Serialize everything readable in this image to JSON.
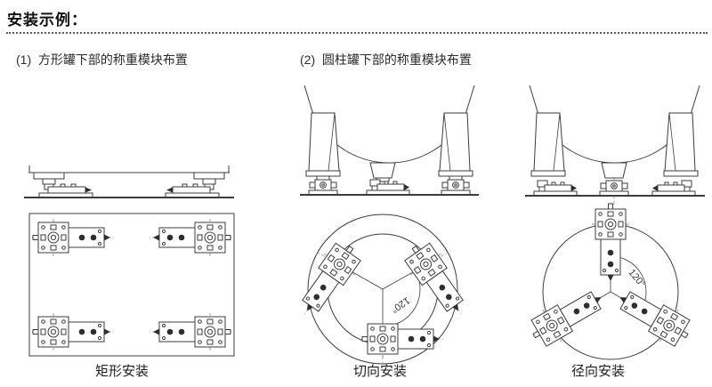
{
  "header": {
    "title": "安装示例："
  },
  "sections": {
    "square_tank": {
      "heading": "(1)  方形罐下部的称重模块布置"
    },
    "cylindrical_tank": {
      "heading": "(2)  圆柱罐下部的称重模块布置"
    }
  },
  "diagrams": {
    "rectangular": {
      "caption": "矩形安装"
    },
    "tangential": {
      "caption": "切向安装",
      "angle_label": "120°"
    },
    "radial": {
      "caption": "径向安装",
      "angle_label": "120°"
    }
  },
  "colors": {
    "line": "#3c3c3c",
    "text": "#222222",
    "background": "#ffffff"
  }
}
